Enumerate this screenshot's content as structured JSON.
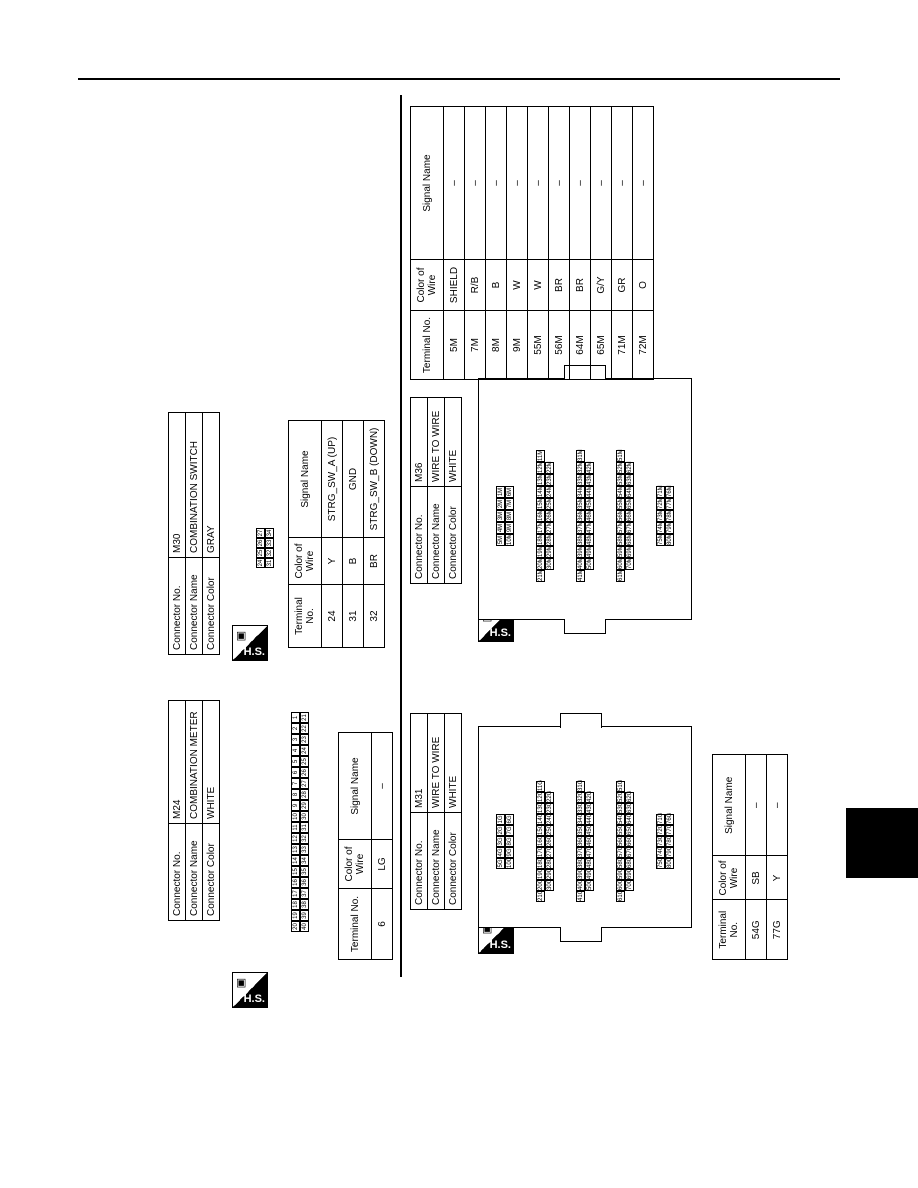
{
  "labels": {
    "connector_no": "Connector No.",
    "connector_name": "Connector Name",
    "connector_color": "Connector Color",
    "terminal_no": "Terminal No.",
    "color_of_wire": "Color of Wire",
    "signal_name": "Signal Name",
    "hs": "H.S."
  },
  "icons": {
    "hs_badge": "harness-side-icon"
  },
  "connectors": {
    "m24": {
      "no": "M24",
      "name": "COMBINATION METER",
      "color": "WHITE",
      "pins_row1": [
        "20",
        "19",
        "18",
        "17",
        "16",
        "15",
        "14",
        "13",
        "12",
        "11",
        "10",
        "9",
        "8",
        "7",
        "6",
        "5",
        "4",
        "3",
        "2",
        "1"
      ],
      "pins_row2": [
        "40",
        "39",
        "38",
        "37",
        "36",
        "35",
        "34",
        "33",
        "32",
        "31",
        "30",
        "29",
        "28",
        "27",
        "26",
        "25",
        "24",
        "23",
        "22",
        "21"
      ],
      "rows": [
        {
          "terminal": "6",
          "wire": "LG",
          "signal": "–"
        }
      ]
    },
    "m30": {
      "no": "M30",
      "name": "COMBINATION SWITCH",
      "color": "GRAY",
      "pins_row1": [
        "24",
        "25",
        "26",
        "27"
      ],
      "pins_row2": [
        "31",
        "32",
        "33",
        "34"
      ],
      "rows": [
        {
          "terminal": "24",
          "wire": "Y",
          "signal": "STRG_SW_A (UP)"
        },
        {
          "terminal": "31",
          "wire": "B",
          "signal": "GND"
        },
        {
          "terminal": "32",
          "wire": "BR",
          "signal": "STRG_SW_B (DOWN)"
        }
      ]
    },
    "m31": {
      "no": "M31",
      "name": "WIRE TO WIRE",
      "color": "WHITE",
      "pin_rows": [
        [
          "5G",
          "4G",
          "3G",
          "2G",
          "1G"
        ],
        [
          "10G",
          "9G",
          "8G",
          "7G",
          "6G"
        ],
        [
          "21G",
          "20G",
          "19G",
          "18G",
          "17G",
          "16G",
          "15G",
          "14G",
          "13G",
          "12G",
          "11G"
        ],
        [
          "30G",
          "29G",
          "28G",
          "27G",
          "26G",
          "25G",
          "24G",
          "23G",
          "22G"
        ],
        [
          "41G",
          "40G",
          "39G",
          "38G",
          "37G",
          "36G",
          "35G",
          "34G",
          "33G",
          "32G",
          "31G"
        ],
        [
          "50G",
          "49G",
          "48G",
          "47G",
          "46G",
          "45G",
          "44G",
          "43G",
          "42G"
        ],
        [
          "61G",
          "60G",
          "59G",
          "58G",
          "57G",
          "56G",
          "55G",
          "54G",
          "53G",
          "52G",
          "51G"
        ],
        [
          "70G",
          "69G",
          "68G",
          "67G",
          "66G",
          "65G",
          "64G",
          "63G",
          "62G"
        ],
        [
          "75G",
          "74G",
          "73G",
          "72G",
          "71G"
        ],
        [
          "80G",
          "79G",
          "78G",
          "77G",
          "76G"
        ]
      ],
      "rows": [
        {
          "terminal": "54G",
          "wire": "SB",
          "signal": "–"
        },
        {
          "terminal": "77G",
          "wire": "Y",
          "signal": "–"
        }
      ]
    },
    "m36": {
      "no": "M36",
      "name": "WIRE TO WIRE",
      "color": "WHITE",
      "pin_rows": [
        [
          "5M",
          "4M",
          "3M",
          "2M",
          "1M"
        ],
        [
          "10M",
          "9M",
          "8M",
          "7M",
          "6M"
        ],
        [
          "21M",
          "20M",
          "19M",
          "18M",
          "17M",
          "16M",
          "15M",
          "14M",
          "13M",
          "12M",
          "11M"
        ],
        [
          "30M",
          "29M",
          "28M",
          "27M",
          "26M",
          "25M",
          "24M",
          "23M",
          "22M"
        ],
        [
          "41M",
          "40M",
          "39M",
          "38M",
          "37M",
          "36M",
          "35M",
          "34M",
          "33M",
          "32M",
          "31M"
        ],
        [
          "50M",
          "49M",
          "48M",
          "47M",
          "46M",
          "45M",
          "44M",
          "43M",
          "42M"
        ],
        [
          "61M",
          "60M",
          "59M",
          "58M",
          "57M",
          "56M",
          "55M",
          "54M",
          "53M",
          "52M",
          "51M"
        ],
        [
          "70M",
          "69M",
          "68M",
          "67M",
          "66M",
          "65M",
          "64M",
          "63M",
          "62M"
        ],
        [
          "75M",
          "74M",
          "73M",
          "72M",
          "71M"
        ],
        [
          "80M",
          "79M",
          "78M",
          "77M",
          "76M"
        ]
      ],
      "rows": [
        {
          "terminal": "5M",
          "wire": "SHIELD",
          "signal": "–"
        },
        {
          "terminal": "7M",
          "wire": "R/B",
          "signal": "–"
        },
        {
          "terminal": "8M",
          "wire": "B",
          "signal": "–"
        },
        {
          "terminal": "9M",
          "wire": "W",
          "signal": "–"
        },
        {
          "terminal": "55M",
          "wire": "W",
          "signal": "–"
        },
        {
          "terminal": "56M",
          "wire": "BR",
          "signal": "–"
        },
        {
          "terminal": "64M",
          "wire": "BR",
          "signal": "–"
        },
        {
          "terminal": "65M",
          "wire": "G/Y",
          "signal": "–"
        },
        {
          "terminal": "71M",
          "wire": "GR",
          "signal": "–"
        },
        {
          "terminal": "72M",
          "wire": "O",
          "signal": "–"
        }
      ]
    }
  }
}
